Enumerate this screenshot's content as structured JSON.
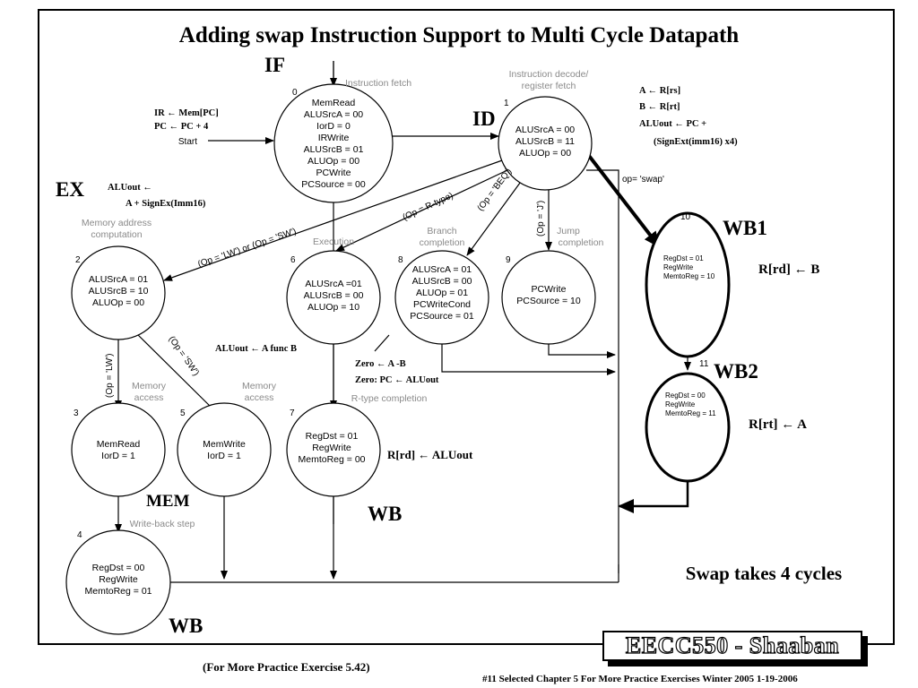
{
  "title": "Adding swap  Instruction Support to Multi Cycle Datapath",
  "stage_labels": {
    "if": "IF",
    "id": "ID",
    "ex": "EX",
    "mem": "MEM",
    "wb_main": "WB",
    "wb_bottom": "WB",
    "wb1": "WB1",
    "wb2": "WB2"
  },
  "annotations": {
    "fetch_ir": "IR  ←   Mem[PC]",
    "fetch_pc": "PC  ←  PC + 4",
    "decode_a": "A  ←   R[rs]",
    "decode_b": "B  ←    R[rt]",
    "decode_aluout": "ALUout ←  PC +",
    "decode_signext": "(SignExt(imm16) x4)",
    "ex_aluout": "ALUout  ←",
    "ex_sum": "A + SignEx(Imm16)",
    "rtype_exec": "ALUout ← A  func B",
    "branch_zero": "Zero ← A -B",
    "branch_pc": "Zero:  PC  ←  ALUout",
    "rtype_wb": "R[rd] ← ALUout",
    "wb1_action": "R[rd]  ←   B",
    "wb2_action": "R[rt]  ←   A",
    "swap_cycles": "Swap takes 4 cycles"
  },
  "start_label": "Start",
  "states": [
    {
      "num": "0",
      "heading": "Instruction fetch",
      "lines": [
        "MemRead",
        "ALUSrcA = 00",
        "IorD = 0",
        "IRWrite",
        "ALUSrcB = 01",
        "ALUOp = 00",
        "PCWrite",
        "PCSource = 00"
      ]
    },
    {
      "num": "1",
      "heading": "Instruction decode/",
      "heading2": "register fetch",
      "lines": [
        "ALUSrcA = 00",
        "ALUSrcB = 11",
        "ALUOp = 00"
      ]
    },
    {
      "num": "2",
      "heading": "Memory address",
      "heading2": "computation",
      "lines": [
        "ALUSrcA = 01",
        "ALUSrcB = 10",
        "ALUOp = 00"
      ]
    },
    {
      "num": "6",
      "heading": "Execution",
      "lines": [
        "ALUSrcA =01",
        "ALUSrcB = 00",
        "ALUOp = 10"
      ]
    },
    {
      "num": "8",
      "heading": "Branch",
      "heading2": "completion",
      "lines": [
        "ALUSrcA = 01",
        "ALUSrcB = 00",
        "ALUOp = 01",
        "PCWriteCond",
        "PCSource = 01"
      ]
    },
    {
      "num": "9",
      "heading": "Jump",
      "heading2": "completion",
      "lines": [
        "PCWrite",
        "PCSource = 10"
      ]
    },
    {
      "num": "3",
      "heading": "Memory",
      "heading2": "access",
      "lines": [
        "MemRead",
        "IorD = 1"
      ]
    },
    {
      "num": "5",
      "heading": "Memory",
      "heading2": "access",
      "lines": [
        "MemWrite",
        "IorD = 1"
      ]
    },
    {
      "num": "7",
      "heading": "R-type completion",
      "lines": [
        "RegDst = 01",
        "RegWrite",
        "MemtoReg = 00"
      ]
    },
    {
      "num": "4",
      "heading": "Write-back step",
      "lines": [
        "RegDst = 00",
        "RegWrite",
        "MemtoReg = 01"
      ]
    },
    {
      "num": "10",
      "lines": [
        "RegDst = 01",
        "RegWrite",
        "MemtoReg = 10"
      ]
    },
    {
      "num": "11",
      "lines": [
        "RegDst = 00",
        "RegWrite",
        "MemtoReg = 11"
      ]
    }
  ],
  "conditions": {
    "lw_sw": "(Op = 'LW') or (Op = 'SW')",
    "rtype": "(Op = R-type)",
    "beq": "(Op = 'BEQ')",
    "j": "(Op = 'J')",
    "lw": "(Op = 'LW')",
    "sw": "(Op = 'SW')",
    "swap": "op= 'swap'"
  },
  "badge": "EECC550 - Shaaban",
  "footer_left": "(For More Practice Exercise 5.42)",
  "footer_right": "#11   Selected Chapter 5 For More Practice Exercises   Winter 2005  1-19-2006"
}
